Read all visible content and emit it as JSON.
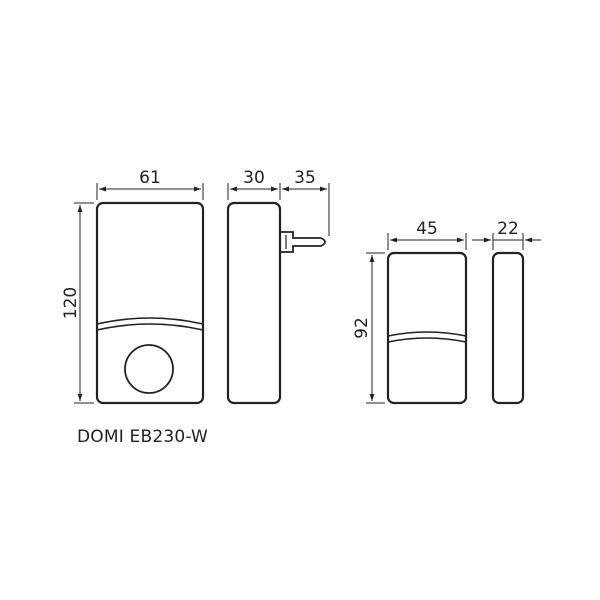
{
  "caption": "DOMI EB230-W",
  "dimensions": {
    "front_width": "61",
    "front_height": "120",
    "side_depth": "30",
    "plug_length": "35",
    "receiver_width": "45",
    "receiver_height": "92",
    "receiver_depth": "22"
  },
  "colors": {
    "line": "#222222",
    "background": "#ffffff"
  }
}
